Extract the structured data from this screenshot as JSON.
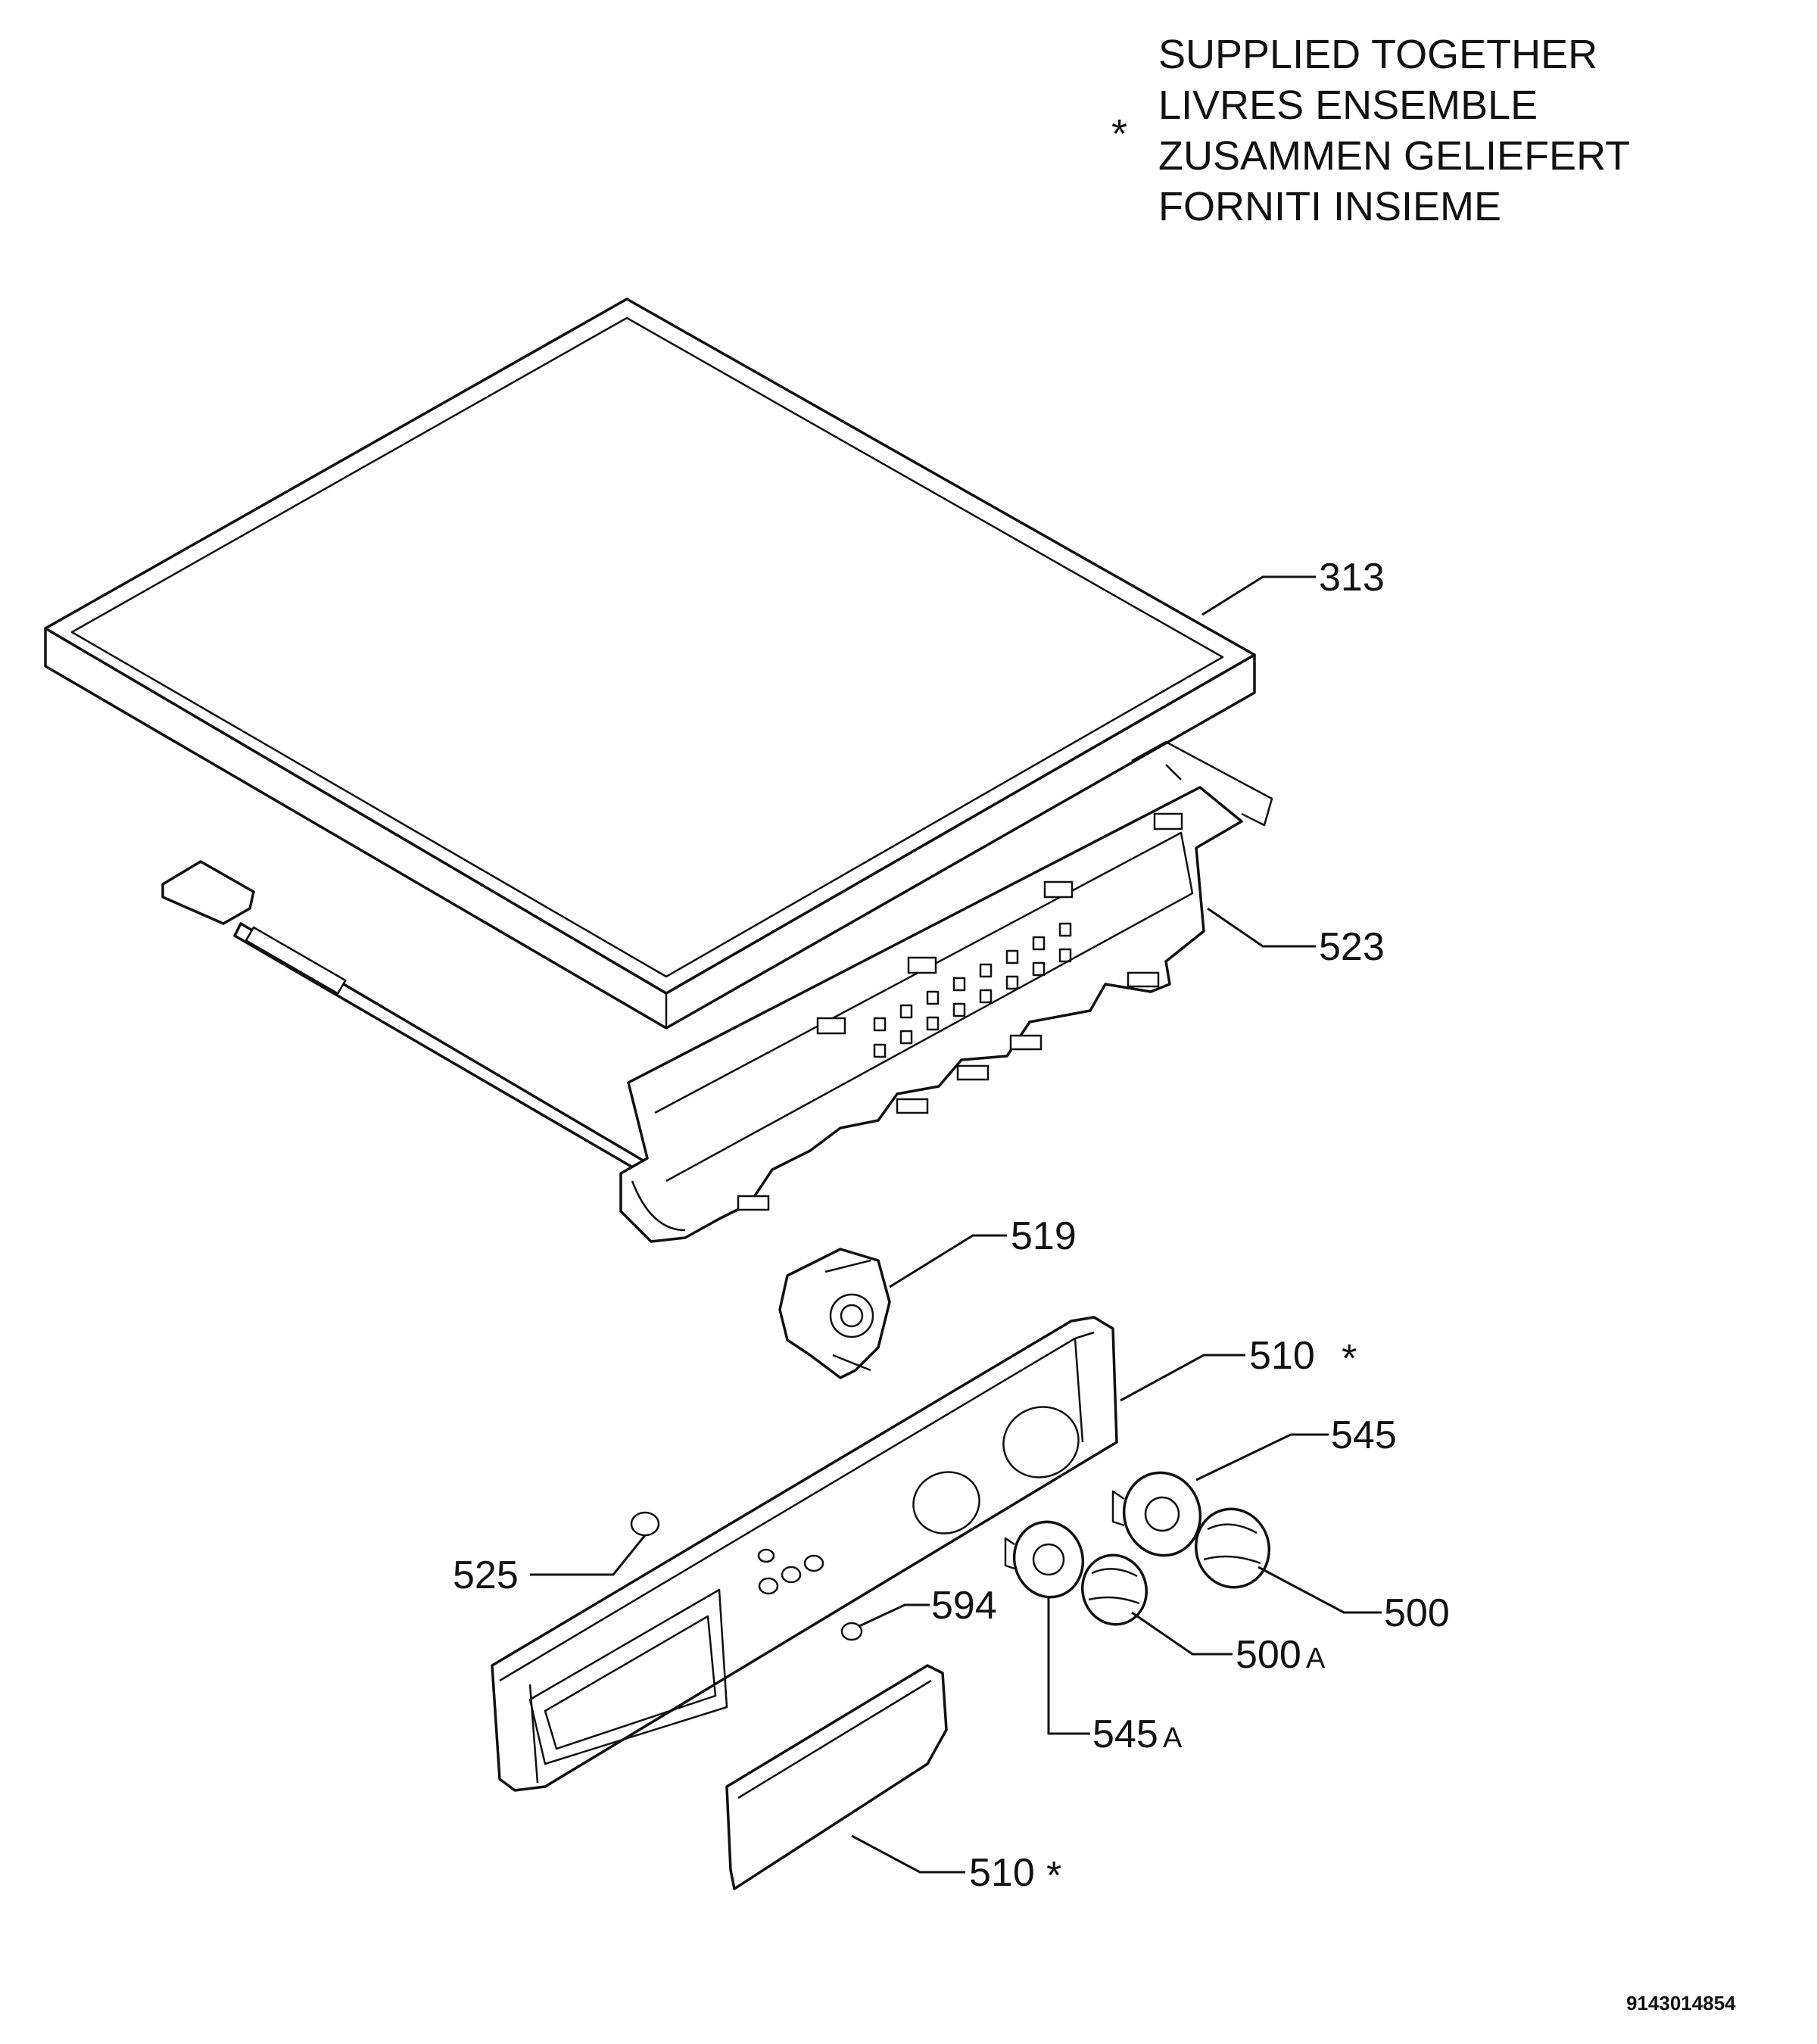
{
  "legend": {
    "symbol": "*",
    "lines": [
      "SUPPLIED TOGETHER",
      "LIVRES ENSEMBLE",
      "ZUSAMMEN GELIEFERT",
      "FORNITI INSIEME"
    ]
  },
  "callouts": {
    "c313": "313",
    "c523": "523",
    "c519": "519",
    "c510a": "510",
    "c510a_mark": "*",
    "c545": "545",
    "c525": "525",
    "c594": "594",
    "c500": "500",
    "c500a": "500",
    "c500a_suffix": "A",
    "c545a": "545",
    "c545a_suffix": "A",
    "c510b": "510",
    "c510b_mark": "*"
  },
  "document_code": "9143014854"
}
